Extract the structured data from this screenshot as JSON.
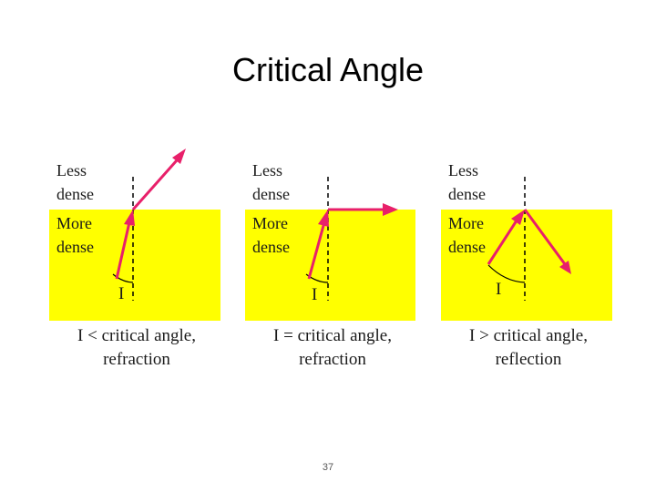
{
  "title": "Critical Angle",
  "colors": {
    "denser_medium": "#ffff00",
    "ray": "#e8206a",
    "normal": "#000000"
  },
  "panels": [
    {
      "less_dense": "Less\ndense",
      "more_dense": "More\ndense",
      "angle_symbol": "I",
      "caption": "I < critical angle,\nrefraction"
    },
    {
      "less_dense": "Less\ndense",
      "more_dense": "More\ndense",
      "angle_symbol": "I",
      "caption": "I = critical angle,\nrefraction"
    },
    {
      "less_dense": "Less\ndense",
      "more_dense": "More\ndense",
      "angle_symbol": "I",
      "caption": "I > critical angle,\nreflection"
    }
  ],
  "page_number": "37"
}
